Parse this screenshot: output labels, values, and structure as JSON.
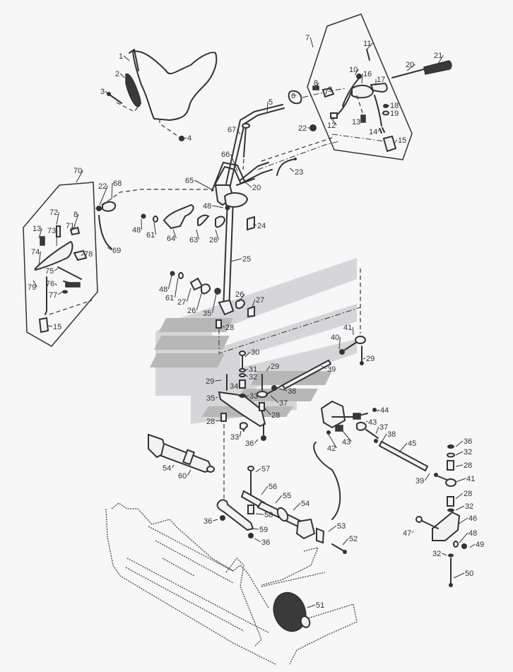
{
  "diagram": {
    "title": "Handlebar, steering column and steering linkage exploded view",
    "type": "exploded-parts-diagram",
    "watermark": {
      "shape": "stylized chevron logo",
      "colors": {
        "dark": "#b7b7b7",
        "light": "#d6d6da"
      }
    },
    "background_color": "#f7f7f7",
    "line_color": "#333333",
    "callouts": [
      {
        "id": "c1",
        "label": "1"
      },
      {
        "id": "c2",
        "label": "2"
      },
      {
        "id": "c3",
        "label": "3"
      },
      {
        "id": "c4",
        "label": "4"
      },
      {
        "id": "c5",
        "label": "5"
      },
      {
        "id": "c6",
        "label": "6"
      },
      {
        "id": "c7",
        "label": "7"
      },
      {
        "id": "c8a",
        "label": "8"
      },
      {
        "id": "c9",
        "label": "9"
      },
      {
        "id": "c10",
        "label": "10"
      },
      {
        "id": "c11",
        "label": "11"
      },
      {
        "id": "c12",
        "label": "12"
      },
      {
        "id": "c13a",
        "label": "13"
      },
      {
        "id": "c14",
        "label": "14"
      },
      {
        "id": "c15a",
        "label": "15"
      },
      {
        "id": "c16",
        "label": "16"
      },
      {
        "id": "c17",
        "label": "17"
      },
      {
        "id": "c18",
        "label": "18"
      },
      {
        "id": "c19",
        "label": "19"
      },
      {
        "id": "c20a",
        "label": "20"
      },
      {
        "id": "c21",
        "label": "21"
      },
      {
        "id": "c22a",
        "label": "22"
      },
      {
        "id": "c67",
        "label": "67"
      },
      {
        "id": "c66",
        "label": "66"
      },
      {
        "id": "c20b",
        "label": "20"
      },
      {
        "id": "c23",
        "label": "23"
      },
      {
        "id": "c70",
        "label": "70"
      },
      {
        "id": "c22b",
        "label": "22"
      },
      {
        "id": "c68",
        "label": "68"
      },
      {
        "id": "c72",
        "label": "72"
      },
      {
        "id": "c8b",
        "label": "8"
      },
      {
        "id": "c71",
        "label": "71"
      },
      {
        "id": "c13b",
        "label": "13"
      },
      {
        "id": "c73",
        "label": "73"
      },
      {
        "id": "c74",
        "label": "74"
      },
      {
        "id": "c78",
        "label": "78"
      },
      {
        "id": "c75",
        "label": "75"
      },
      {
        "id": "c79",
        "label": "79"
      },
      {
        "id": "c76",
        "label": "76"
      },
      {
        "id": "c77",
        "label": "77"
      },
      {
        "id": "c15b",
        "label": "15"
      },
      {
        "id": "c69",
        "label": "69"
      },
      {
        "id": "c65",
        "label": "65"
      },
      {
        "id": "c48a",
        "label": "48"
      },
      {
        "id": "c48b",
        "label": "48"
      },
      {
        "id": "c61a",
        "label": "61"
      },
      {
        "id": "c64",
        "label": "64"
      },
      {
        "id": "c63",
        "label": "63"
      },
      {
        "id": "c26a",
        "label": "26"
      },
      {
        "id": "c24",
        "label": "24"
      },
      {
        "id": "c25",
        "label": "25"
      },
      {
        "id": "c48c",
        "label": "48"
      },
      {
        "id": "c61b",
        "label": "61"
      },
      {
        "id": "c27a",
        "label": "27"
      },
      {
        "id": "c26b",
        "label": "26"
      },
      {
        "id": "c35a",
        "label": "35"
      },
      {
        "id": "c26c",
        "label": "26"
      },
      {
        "id": "c27b",
        "label": "27"
      },
      {
        "id": "c28a",
        "label": "28"
      },
      {
        "id": "c30",
        "label": "30"
      },
      {
        "id": "c31",
        "label": "31"
      },
      {
        "id": "c32a",
        "label": "32"
      },
      {
        "id": "c29a",
        "label": "29"
      },
      {
        "id": "c29b",
        "label": "29"
      },
      {
        "id": "c34",
        "label": "34"
      },
      {
        "id": "c33a",
        "label": "33"
      },
      {
        "id": "c35b",
        "label": "35"
      },
      {
        "id": "c28b",
        "label": "28"
      },
      {
        "id": "c28c",
        "label": "28"
      },
      {
        "id": "c37a",
        "label": "37"
      },
      {
        "id": "c38a",
        "label": "38"
      },
      {
        "id": "c33b",
        "label": "33"
      },
      {
        "id": "c36a",
        "label": "36"
      },
      {
        "id": "c39a",
        "label": "39"
      },
      {
        "id": "c40",
        "label": "40"
      },
      {
        "id": "c41a",
        "label": "41"
      },
      {
        "id": "c29c",
        "label": "29"
      },
      {
        "id": "c44",
        "label": "44"
      },
      {
        "id": "c43a",
        "label": "43"
      },
      {
        "id": "c43b",
        "label": "43"
      },
      {
        "id": "c42",
        "label": "42"
      },
      {
        "id": "c37b",
        "label": "37"
      },
      {
        "id": "c38b",
        "label": "38"
      },
      {
        "id": "c45",
        "label": "45"
      },
      {
        "id": "c39b",
        "label": "39"
      },
      {
        "id": "c41b",
        "label": "41"
      },
      {
        "id": "c36b",
        "label": "36"
      },
      {
        "id": "c32b",
        "label": "32"
      },
      {
        "id": "c28d",
        "label": "28"
      },
      {
        "id": "c28e",
        "label": "28"
      },
      {
        "id": "c32c",
        "label": "32"
      },
      {
        "id": "c46",
        "label": "46"
      },
      {
        "id": "c47",
        "label": "47"
      },
      {
        "id": "c48d",
        "label": "48"
      },
      {
        "id": "c49",
        "label": "49"
      },
      {
        "id": "c32d",
        "label": "32"
      },
      {
        "id": "c50",
        "label": "50"
      },
      {
        "id": "c54a",
        "label": "54"
      },
      {
        "id": "c60",
        "label": "60"
      },
      {
        "id": "c57",
        "label": "57"
      },
      {
        "id": "c56",
        "label": "56"
      },
      {
        "id": "c55",
        "label": "55"
      },
      {
        "id": "c54b",
        "label": "54"
      },
      {
        "id": "c58",
        "label": "58"
      },
      {
        "id": "c36c",
        "label": "36"
      },
      {
        "id": "c59",
        "label": "59"
      },
      {
        "id": "c36d",
        "label": "36"
      },
      {
        "id": "c53",
        "label": "53"
      },
      {
        "id": "c52",
        "label": "52"
      },
      {
        "id": "c51",
        "label": "51"
      }
    ]
  }
}
